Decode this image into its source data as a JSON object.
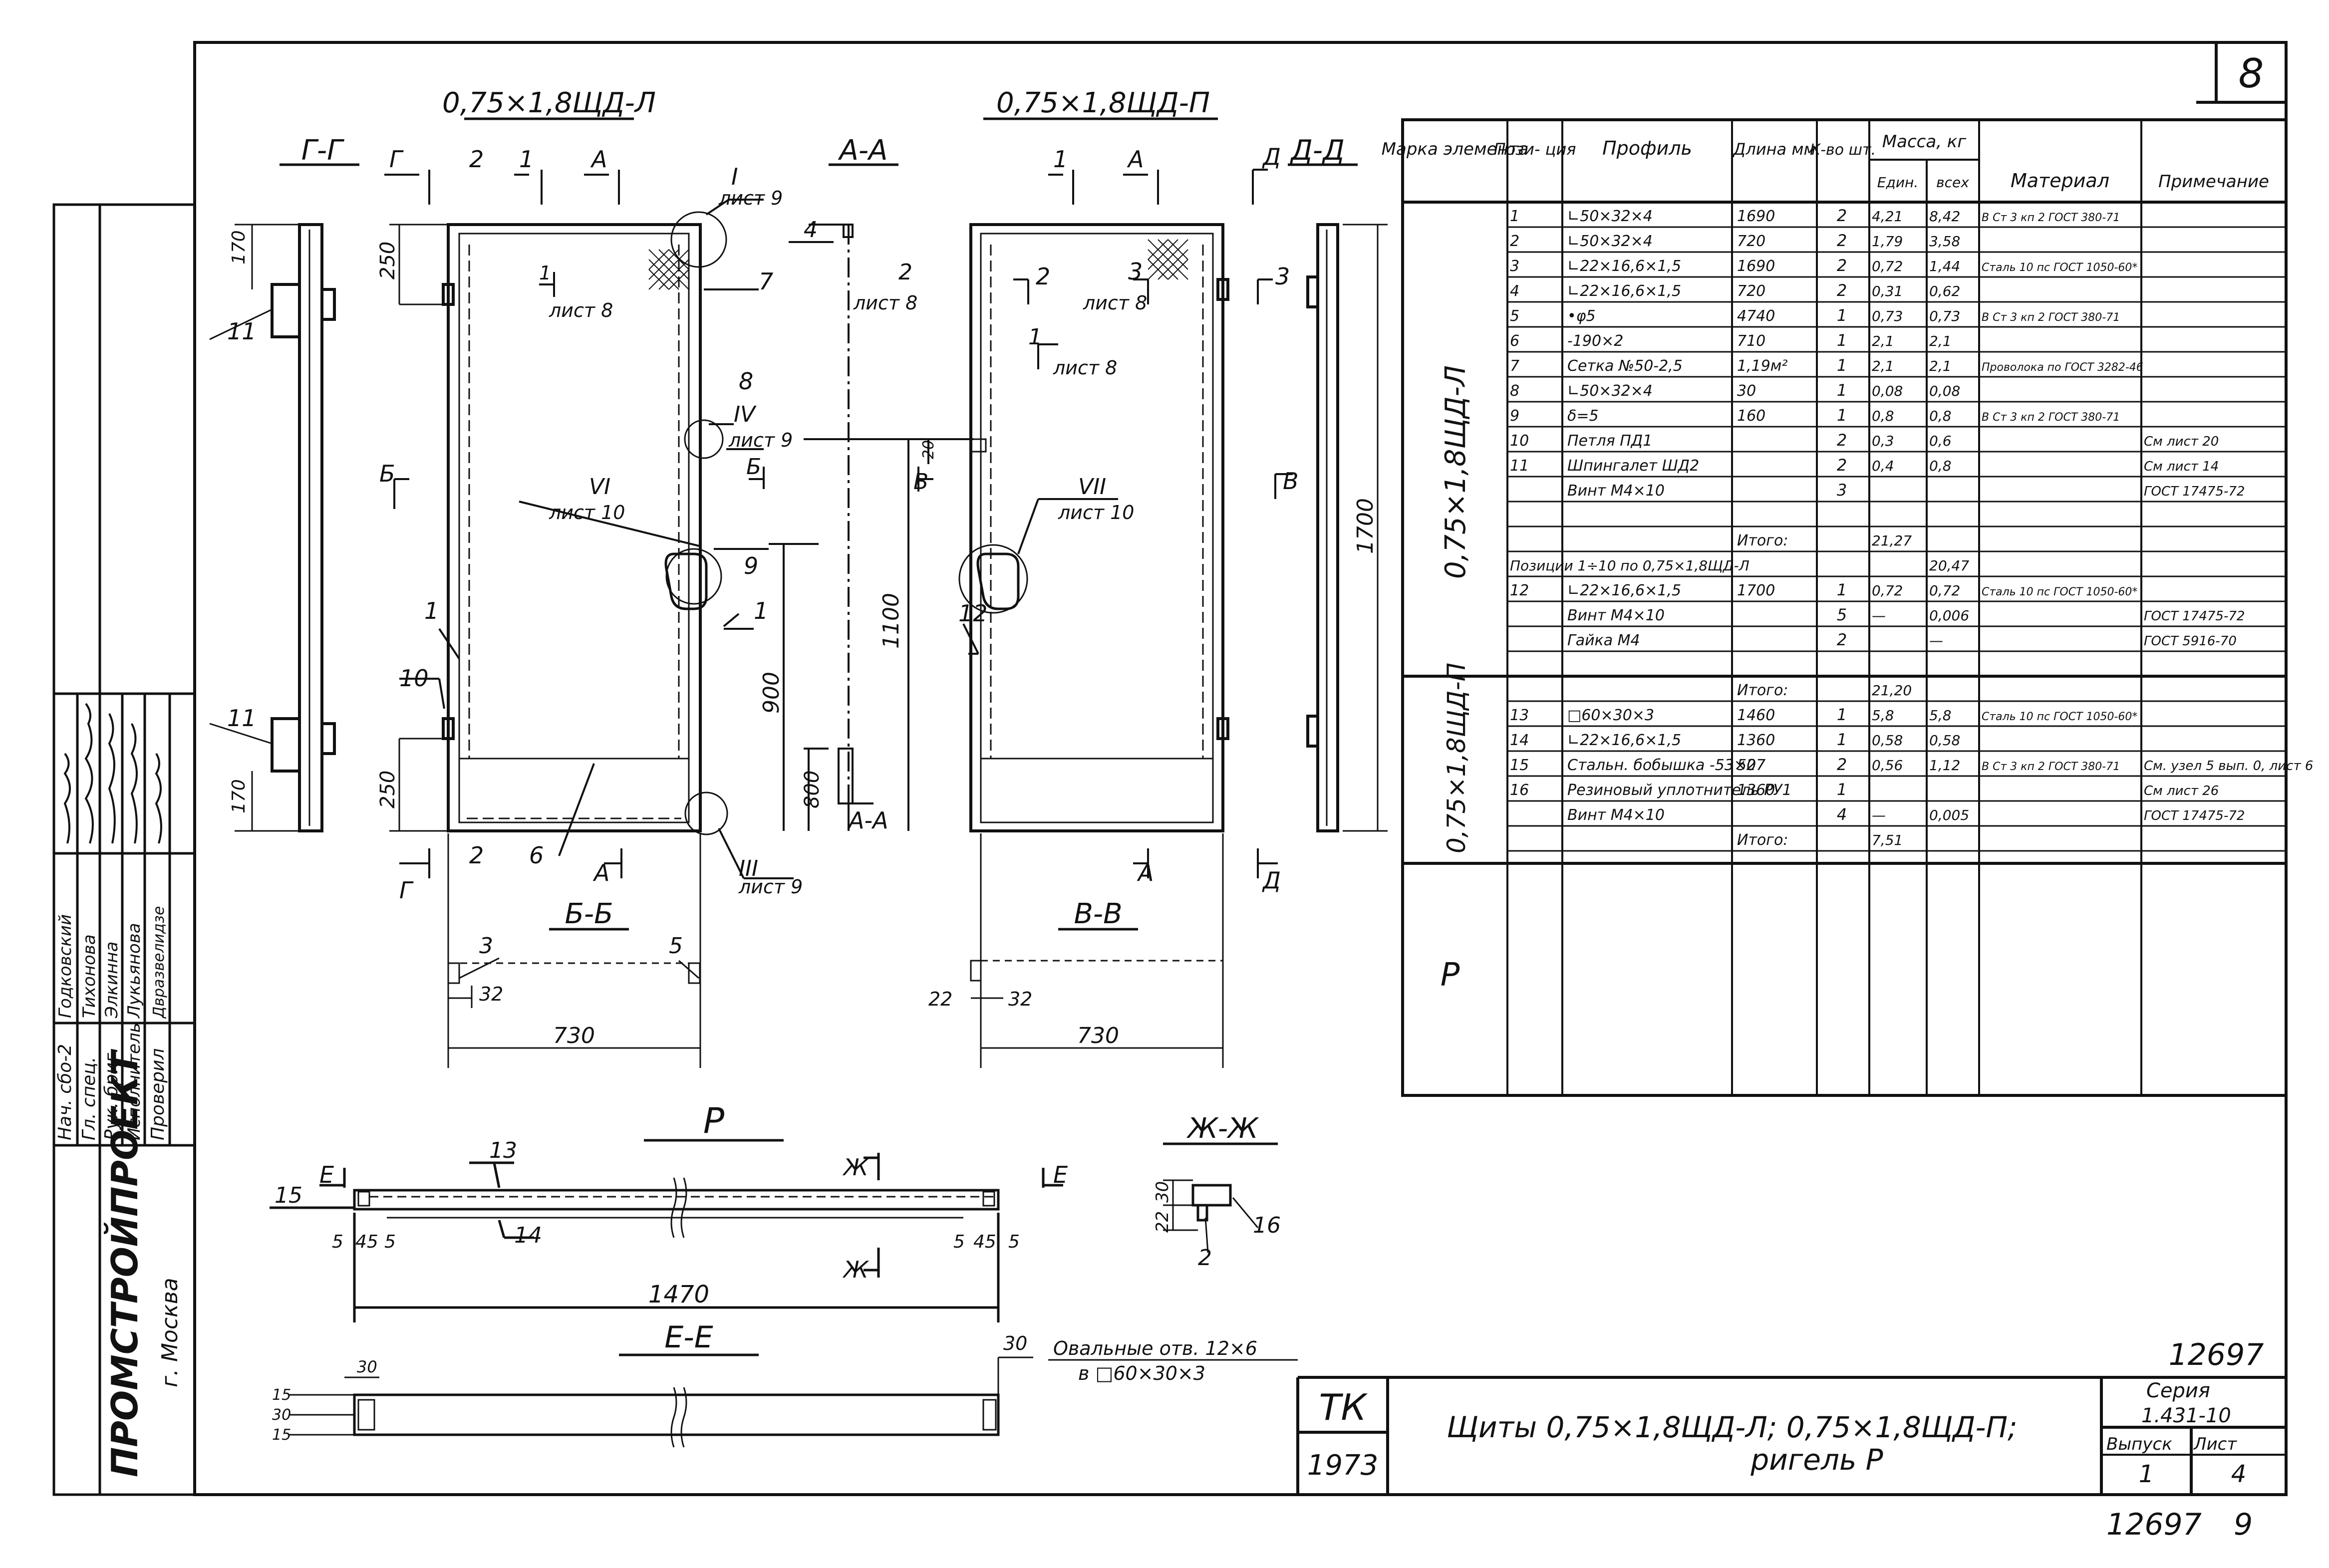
{
  "sheet_number": "8",
  "views": {
    "left_title": "0,75×1,8ЩД-Л",
    "right_title": "0,75×1,8ЩД-П",
    "sec_gg": "Г-Г",
    "sec_aa": "А-А",
    "sec_dd": "Д-Д",
    "sec_bb": "Б-Б",
    "sec_vv": "В-В",
    "sec_r": "Р",
    "sec_zhzh": "Ж-Ж",
    "sec_ee": "Е-Е",
    "ref_list9": "лист 9",
    "ref_list8": "лист 8",
    "ref_list10": "лист 10",
    "node_I": "I",
    "node_IV": "IV",
    "node_VI": "VI",
    "node_VII": "VII",
    "node_III": "III",
    "cut_1": "1",
    "cut_2": "2",
    "cut_3": "3",
    "cut_4": "4",
    "cut_A": "А",
    "cut_B": "Б",
    "cut_V": "В",
    "cut_G": "Г",
    "cut_D": "Д",
    "cut_E": "Е",
    "cut_Zh": "Ж",
    "pos_1": "1",
    "pos_2": "2",
    "pos_3": "3",
    "pos_5": "5",
    "pos_6": "6",
    "pos_7": "7",
    "pos_8": "8",
    "pos_9": "9",
    "pos_10": "10",
    "pos_11": "11",
    "pos_12": "12",
    "pos_13": "13",
    "pos_14": "14",
    "pos_15": "15",
    "pos_16": "16",
    "dim_170": "170",
    "dim_250": "250",
    "dim_1700": "1700",
    "dim_1100": "1100",
    "dim_900": "900",
    "dim_800": "800",
    "dim_20": "20",
    "dim_32": "32",
    "dim_22": "22",
    "dim_730": "730",
    "dim_1470": "1470",
    "dim_5": "5",
    "dim_45": "45",
    "dim_30": "30",
    "dim_15": "15",
    "dim_2": "2",
    "note_holes_1": "Овальные отв. 12×6",
    "note_holes_2": "в □60×30×3"
  },
  "spec_table": {
    "headers": [
      "Марка элемента",
      "Пози- ция",
      "Профиль",
      "Длина мм",
      "К-во шт.",
      "Масса, кг",
      "Един.",
      "всех",
      "Материал",
      "Примечание"
    ],
    "group1_mark": "0,75×1,8ЩД-Л",
    "group2_mark": "0,75×1,8ЩД-П",
    "group3_mark": "Р",
    "rows": [
      {
        "pos": "1",
        "profile": "∟50×32×4",
        "len": "1690",
        "qty": "2",
        "unit": "4,21",
        "total": "8,42",
        "mat": "В Ст 3 кп 2 ГОСТ 380-71",
        "note": ""
      },
      {
        "pos": "2",
        "profile": "∟50×32×4",
        "len": "720",
        "qty": "2",
        "unit": "1,79",
        "total": "3,58",
        "mat": "",
        "note": ""
      },
      {
        "pos": "3",
        "profile": "∟22×16,6×1,5",
        "len": "1690",
        "qty": "2",
        "unit": "0,72",
        "total": "1,44",
        "mat": "Сталь 10 пс ГОСТ 1050-60*",
        "note": ""
      },
      {
        "pos": "4",
        "profile": "∟22×16,6×1,5",
        "len": "720",
        "qty": "2",
        "unit": "0,31",
        "total": "0,62",
        "mat": "",
        "note": ""
      },
      {
        "pos": "5",
        "profile": "•φ5",
        "len": "4740",
        "qty": "1",
        "unit": "0,73",
        "total": "0,73",
        "mat": "В Ст 3 кп 2 ГОСТ 380-71",
        "note": ""
      },
      {
        "pos": "6",
        "profile": "-190×2",
        "len": "710",
        "qty": "1",
        "unit": "2,1",
        "total": "2,1",
        "mat": "",
        "note": ""
      },
      {
        "pos": "7",
        "profile": "Сетка №50-2,5",
        "len": "1,19м²",
        "qty": "1",
        "unit": "2,1",
        "total": "2,1",
        "mat": "Проволока по ГОСТ 3282-46",
        "note": ""
      },
      {
        "pos": "8",
        "profile": "∟50×32×4",
        "len": "30",
        "qty": "1",
        "unit": "0,08",
        "total": "0,08",
        "mat": "",
        "note": ""
      },
      {
        "pos": "9",
        "profile": "δ=5",
        "len": "160",
        "qty": "1",
        "unit": "0,8",
        "total": "0,8",
        "mat": "В Ст 3 кп 2 ГОСТ 380-71",
        "note": ""
      },
      {
        "pos": "10",
        "profile": "Петля ПД1",
        "len": "",
        "qty": "2",
        "unit": "0,3",
        "total": "0,6",
        "mat": "",
        "note": "См лист 20"
      },
      {
        "pos": "11",
        "profile": "Шпингалет ШД2",
        "len": "",
        "qty": "2",
        "unit": "0,4",
        "total": "0,8",
        "mat": "",
        "note": "См лист 14"
      },
      {
        "pos": "",
        "profile": "Винт М4×10",
        "len": "",
        "qty": "3",
        "unit": "",
        "total": "",
        "mat": "",
        "note": "ГОСТ 17475-72"
      },
      {
        "pos": "",
        "profile": "",
        "len": "",
        "qty": "",
        "unit": "",
        "total": "",
        "mat": "",
        "note": ""
      },
      {
        "pos": "",
        "profile": "",
        "len": "Итого:",
        "qty": "",
        "unit": "21,27",
        "total": "",
        "mat": "",
        "note": ""
      },
      {
        "pos": "Позиции 1÷10 по 0,75×1,8ЩД-Л",
        "profile": "",
        "len": "",
        "qty": "",
        "unit": "",
        "total": "20,47",
        "mat": "",
        "note": ""
      },
      {
        "pos": "12",
        "profile": "∟22×16,6×1,5",
        "len": "1700",
        "qty": "1",
        "unit": "0,72",
        "total": "0,72",
        "mat": "Сталь 10 пс ГОСТ 1050-60*",
        "note": ""
      },
      {
        "pos": "",
        "profile": "Винт М4×10",
        "len": "",
        "qty": "5",
        "unit": "—",
        "total": "0,006",
        "mat": "",
        "note": "ГОСТ 17475-72"
      },
      {
        "pos": "",
        "profile": "Гайка М4",
        "len": "",
        "qty": "2",
        "unit": "",
        "total": "—",
        "mat": "",
        "note": "ГОСТ 5916-70"
      },
      {
        "pos": "",
        "profile": "",
        "len": "",
        "qty": "",
        "unit": "",
        "total": "",
        "mat": "",
        "note": ""
      },
      {
        "pos": "",
        "profile": "",
        "len": "Итого:",
        "qty": "",
        "unit": "21,20",
        "total": "",
        "mat": "",
        "note": ""
      },
      {
        "pos": "13",
        "profile": "□60×30×3",
        "len": "1460",
        "qty": "1",
        "unit": "5,8",
        "total": "5,8",
        "mat": "Сталь 10 пс ГОСТ 1050-60*",
        "note": ""
      },
      {
        "pos": "14",
        "profile": "∟22×16,6×1,5",
        "len": "1360",
        "qty": "1",
        "unit": "0,58",
        "total": "0,58",
        "mat": "",
        "note": ""
      },
      {
        "pos": "15",
        "profile": "Стальн. бобышка -53×27",
        "len": "50",
        "qty": "2",
        "unit": "0,56",
        "total": "1,12",
        "mat": "В Ст 3 кп 2 ГОСТ 380-71",
        "note": "См. узел 5 вып. 0, лист 6"
      },
      {
        "pos": "16",
        "profile": "Резиновый уплотнитель РУ1",
        "len": "1360",
        "qty": "1",
        "unit": "",
        "total": "",
        "mat": "",
        "note": "См лист 26"
      },
      {
        "pos": "",
        "profile": "Винт М4×10",
        "len": "",
        "qty": "4",
        "unit": "—",
        "total": "0,005",
        "mat": "",
        "note": "ГОСТ 17475-72"
      },
      {
        "pos": "",
        "profile": "",
        "len": "Итого:",
        "qty": "",
        "unit": "7,51",
        "total": "",
        "mat": "",
        "note": ""
      }
    ]
  },
  "title_block": {
    "tk": "ТК",
    "year": "1973",
    "title_line1": "Щиты 0,75×1,8ЩД-Л;  0,75×1,8ЩД-П;",
    "title_line2": "ригель Р",
    "number": "12697",
    "series_label": "Серия",
    "series_value": "1.431-10",
    "issue_label": "Выпуск",
    "issue_value": "1",
    "sheet_label": "Лист",
    "sheet_value": "4",
    "bottom_number": "12697",
    "bottom_page": "9"
  },
  "side_stamp": {
    "org": "ПРОМСТРОЙПРОЕКТ",
    "city": "г. Москва",
    "roles": [
      "Нач. сбо-2",
      "Гл. спец.",
      "Рук. бриг.",
      "Исполнитель",
      "Проверил"
    ],
    "names": [
      "Годковский",
      "Тихонова",
      "Элкинна",
      "Лукьянова",
      "Двразвелидзе"
    ]
  }
}
